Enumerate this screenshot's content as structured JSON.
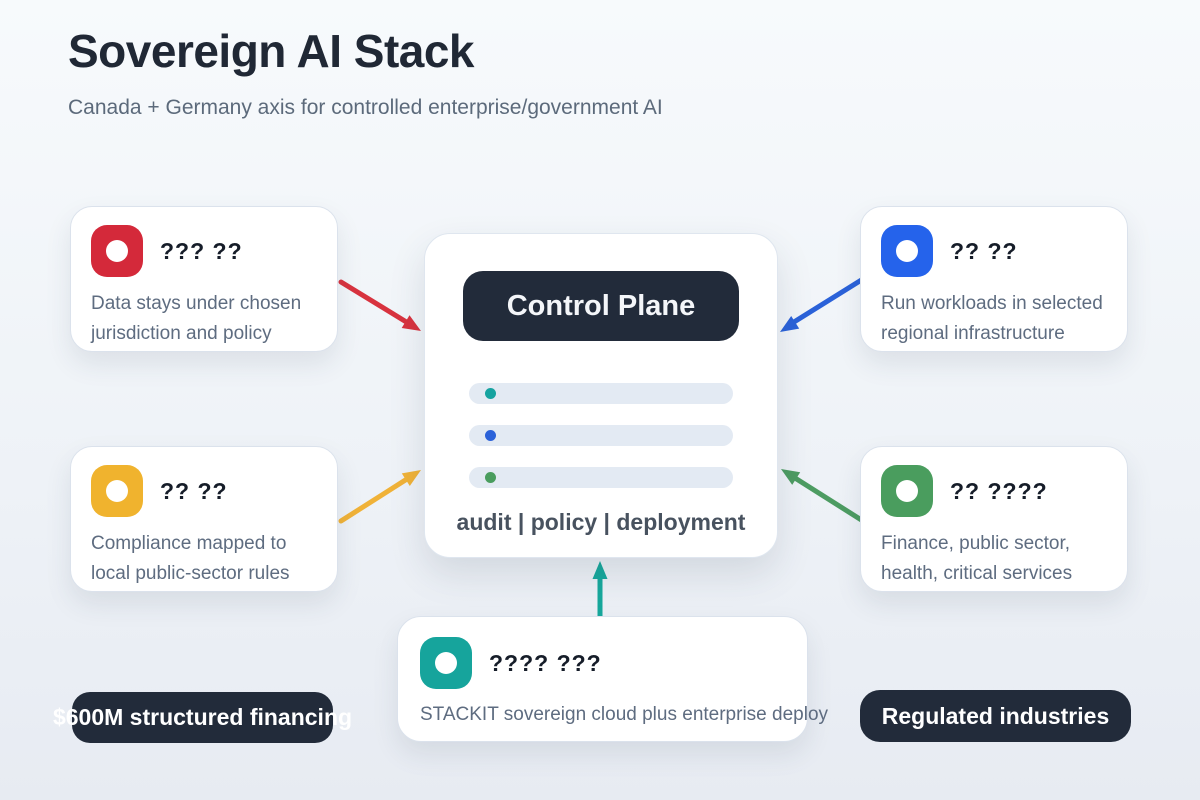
{
  "header": {
    "title": "Sovereign AI Stack",
    "subtitle": "Canada + Germany axis for controlled enterprise/government AI"
  },
  "center_card": {
    "title": "Control Plane",
    "caption": "audit | policy | deployment",
    "bars": [
      {
        "dot_color": "#16a3a0"
      },
      {
        "dot_color": "#2b62d9"
      },
      {
        "dot_color": "#4a9d5e"
      }
    ]
  },
  "cards": [
    {
      "title": "??? ??",
      "description": "Data stays under chosen jurisdiction and policy",
      "icon_color": "#d4293a",
      "arrow_color": "#d8333f"
    },
    {
      "title": "?? ??",
      "description": "Run workloads in selected regional infrastructure",
      "icon_color": "#2563eb",
      "arrow_color": "#2b62d9"
    },
    {
      "title": "?? ??",
      "description": "Compliance mapped to local public-sector rules",
      "icon_color": "#f0b32e",
      "arrow_color": "#f0b238"
    },
    {
      "title": "?? ????",
      "description": "Finance, public sector, health, critical services",
      "icon_color": "#4a9d5e",
      "arrow_color": "#4d9c62"
    },
    {
      "title": "???? ???",
      "description": "STACKIT sovereign cloud plus enterprise deploy",
      "icon_color": "#16a49c",
      "arrow_color": "#17a89c"
    }
  ],
  "badges": [
    {
      "label": "$600M structured financing"
    },
    {
      "label": "Regulated industries"
    }
  ],
  "theme": {
    "dark": "#222b3a",
    "card_bg": "#ffffff",
    "bar_bg": "#e3eaf3"
  }
}
